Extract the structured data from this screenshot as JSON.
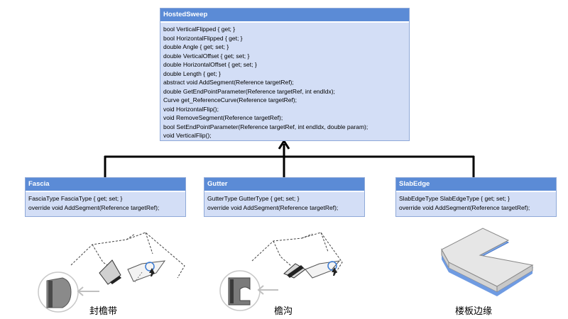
{
  "base_class": {
    "name": "HostedSweep",
    "members": [
      "bool VerticalFlipped { get; }",
      "bool HorizontalFlipped { get; }",
      "double Angle { get; set; }",
      "double VerticalOffset { get; set; }",
      "double HorizontalOffset { get; set; }",
      "double Length { get; }",
      "abstract void AddSegment(Reference targetRef);",
      "double GetEndPointParameter(Reference targetRef, int endIdx);",
      "Curve get_ReferenceCurve(Reference targetRef);",
      "void HorizontalFlip();",
      "void RemoveSegment(Reference targetRef);",
      "bool SetEndPointParameter(Reference targetRef, int endIdx, double param);",
      "void VerticalFlip();"
    ]
  },
  "derived_classes": [
    {
      "name": "Fascia",
      "members": [
        "FasciaType FasciaType { get; set; }",
        "override void AddSegment(Reference targetRef);"
      ],
      "caption": "封檐带"
    },
    {
      "name": "Gutter",
      "members": [
        "GutterType GutterType { get; set; }",
        "override void AddSegment(Reference targetRef);"
      ],
      "caption": "檐沟"
    },
    {
      "name": "SlabEdge",
      "members": [
        "SlabEdgeType SlabEdgeType { get; set; }",
        "override void AddSegment(Reference targetRef);"
      ],
      "caption": "楼板边缘"
    }
  ],
  "colors": {
    "header": "#5b8bd6",
    "body": "#d3def6",
    "connector": "#000000",
    "accent": "#3a7bd5"
  }
}
